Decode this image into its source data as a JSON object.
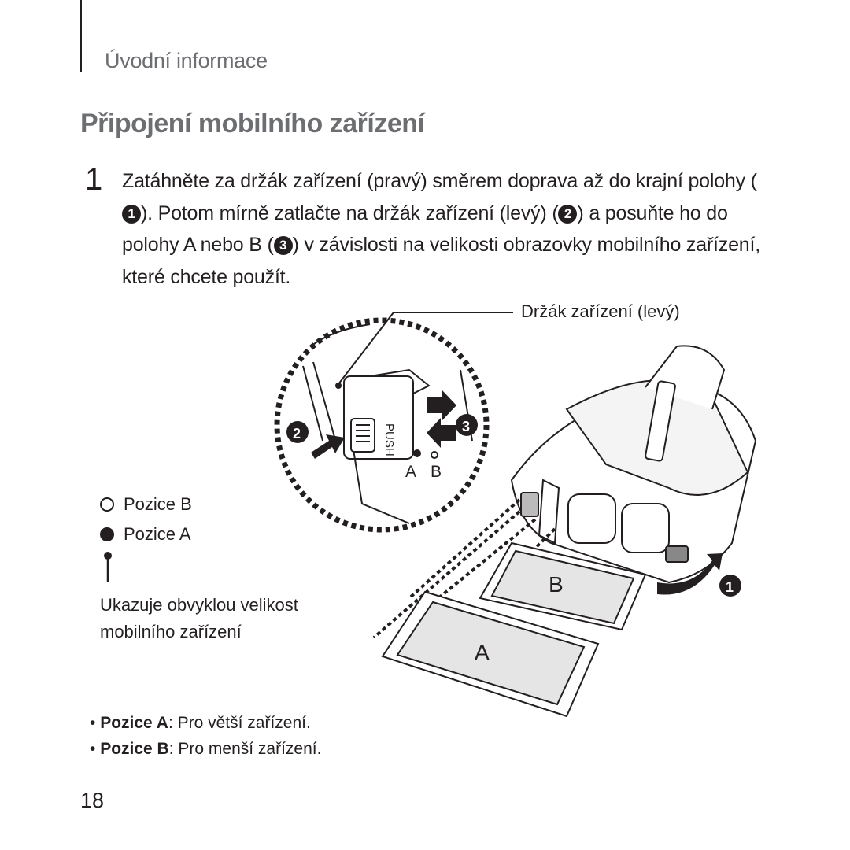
{
  "header": {
    "section": "Úvodní informace"
  },
  "heading": "Připojení mobilního zařízení",
  "step": {
    "number": "1",
    "part1": "Zatáhněte za držák zařízení (pravý) směrem doprava až do krajní polohy (",
    "m1": "1",
    "part2": "). Potom mírně zatlačte na držák zařízení (levý) (",
    "m2": "2",
    "part3": ") a posuňte ho do polohy A nebo B (",
    "m3": "3",
    "part4": ") v závislosti na velikosti obrazovky mobilního zařízení, které chcete použít."
  },
  "illustration": {
    "callout": "Držák zařízení (levý)",
    "push_label": "PUSH",
    "slider_a": "A",
    "slider_b": "B",
    "marker_1": "1",
    "marker_2": "2",
    "marker_3": "3",
    "phone_a": "A",
    "phone_b": "B"
  },
  "legend": {
    "b": "Pozice B",
    "a": "Pozice A",
    "desc": "Ukazuje obvyklou velikost mobilního zařízení"
  },
  "notes": [
    {
      "term": "Pozice A",
      "text": ": Pro větší zařízení."
    },
    {
      "term": "Pozice B",
      "text": ": Pro menší zařízení."
    }
  ],
  "page_number": "18"
}
